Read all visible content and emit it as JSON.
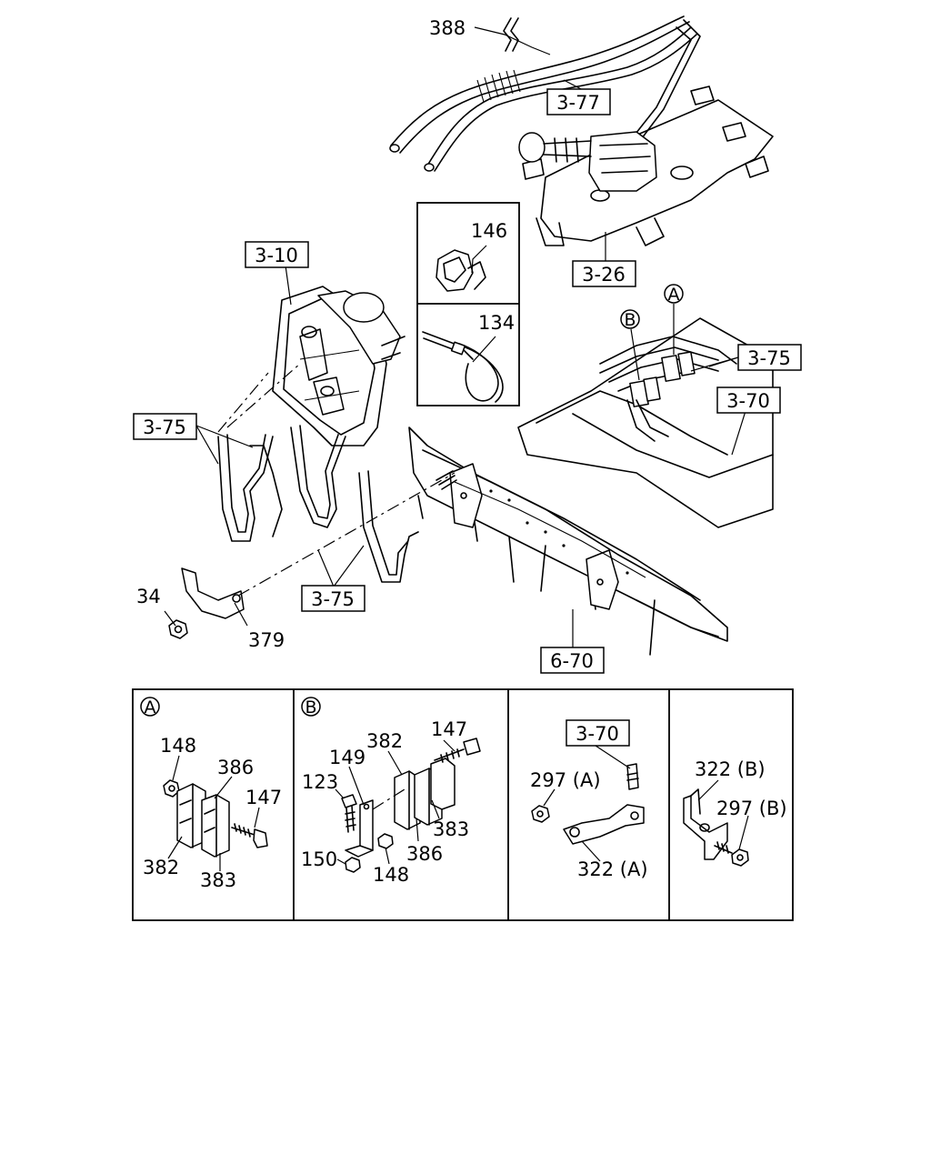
{
  "ref_boxes": {
    "r377": "3-77",
    "r326": "3-26",
    "r310": "3-10",
    "r375_left": "3-75",
    "r375_right": "3-75",
    "r375_bottom": "3-75",
    "r370": "3-70",
    "r670": "6-70",
    "r370_detail": "3-70"
  },
  "part_numbers": {
    "p388": "388",
    "p146": "146",
    "p134": "134",
    "p34": "34",
    "p379": "379"
  },
  "callouts": {
    "A": "A",
    "B": "B"
  },
  "detail_A": {
    "letter": "A",
    "p148": "148",
    "p386": "386",
    "p147": "147",
    "p382": "382",
    "p383": "383"
  },
  "detail_B": {
    "letter": "B",
    "p147": "147",
    "p382": "382",
    "p149": "149",
    "p123": "123",
    "p383": "383",
    "p386": "386",
    "p150": "150",
    "p148": "148"
  },
  "detail_C": {
    "p297a": "297 (A)",
    "p322a": "322 (A)"
  },
  "detail_D": {
    "p322b": "322 (B)",
    "p297b": "297 (B)"
  }
}
